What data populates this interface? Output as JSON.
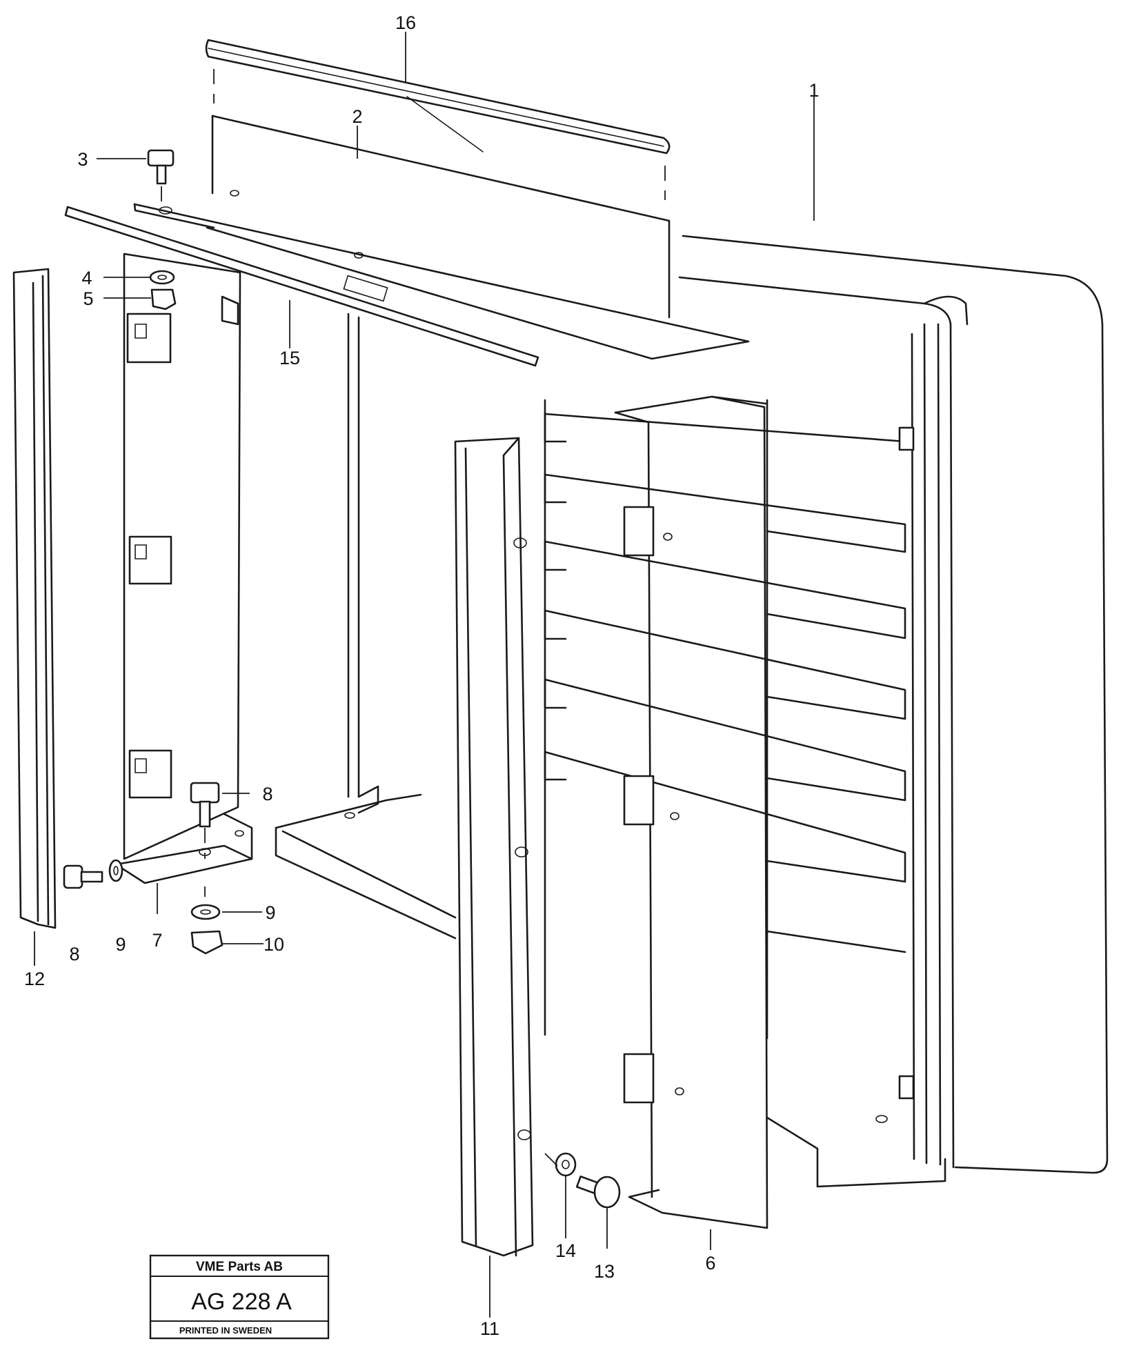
{
  "callouts": [
    {
      "id": "16",
      "label": "16"
    },
    {
      "id": "1",
      "label": "1"
    },
    {
      "id": "2",
      "label": "2"
    },
    {
      "id": "3",
      "label": "3"
    },
    {
      "id": "4",
      "label": "4"
    },
    {
      "id": "5",
      "label": "5"
    },
    {
      "id": "15",
      "label": "15"
    },
    {
      "id": "8a",
      "label": "8"
    },
    {
      "id": "8b",
      "label": "8"
    },
    {
      "id": "9a",
      "label": "9"
    },
    {
      "id": "9b",
      "label": "9"
    },
    {
      "id": "7",
      "label": "7"
    },
    {
      "id": "10",
      "label": "10"
    },
    {
      "id": "12",
      "label": "12"
    },
    {
      "id": "11",
      "label": "11"
    },
    {
      "id": "14",
      "label": "14"
    },
    {
      "id": "13",
      "label": "13"
    },
    {
      "id": "6",
      "label": "6"
    }
  ],
  "stamp": {
    "company": "VME Parts AB",
    "code": "AG 228 A",
    "footer": "PRINTED IN SWEDEN"
  }
}
